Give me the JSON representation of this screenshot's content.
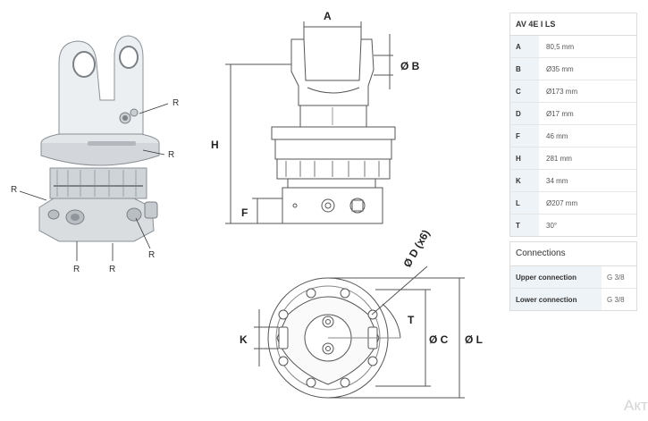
{
  "drawing": {
    "labels": {
      "A": "A",
      "B": "Ø B",
      "H": "H",
      "F": "F",
      "D": "Ø D (x6)",
      "T": "T",
      "C": "Ø C",
      "L": "Ø L",
      "K": "K",
      "R": "R"
    }
  },
  "specs": {
    "title": "AV 4E I LS",
    "rows": [
      {
        "key": "A",
        "value": "80,5 mm"
      },
      {
        "key": "B",
        "value": "Ø35 mm"
      },
      {
        "key": "C",
        "value": "Ø173 mm"
      },
      {
        "key": "D",
        "value": "Ø17 mm"
      },
      {
        "key": "F",
        "value": "46 mm"
      },
      {
        "key": "H",
        "value": "281 mm"
      },
      {
        "key": "K",
        "value": "34 mm"
      },
      {
        "key": "L",
        "value": "Ø207 mm"
      },
      {
        "key": "T",
        "value": "30°"
      }
    ]
  },
  "connections": {
    "title": "Connections",
    "rows": [
      {
        "key": "Upper connection",
        "value": "G 3/8"
      },
      {
        "key": "Lower connection",
        "value": "G 3/8"
      }
    ]
  },
  "watermark": "Акт"
}
